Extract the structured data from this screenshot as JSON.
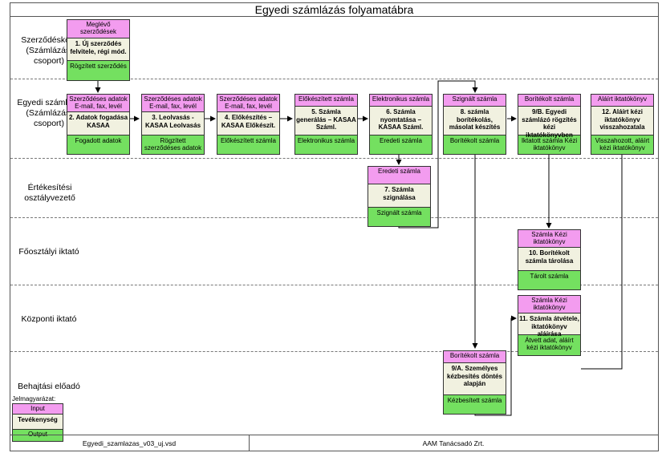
{
  "title": "Egyedi számlázás folyamatábra",
  "lanes": [
    "Szerződéskötő (Számlázási csoport)",
    "Egyedi számlázó (Számlázási csoport)",
    "Értékesítési osztályvezető",
    "Főosztályi iktató",
    "Központi iktató",
    "Behajtási előadó"
  ],
  "boxes": {
    "b1": {
      "input": "Meglévő szerződések",
      "activity": "1. Új szerződés felvitele, régi mód.",
      "output": "Rögzített szerződés"
    },
    "b2": {
      "input": "Szerződéses adatok E-mail, fax, levél",
      "activity": "2. Adatok fogadása KASAA",
      "output": "Fogadott adatok"
    },
    "b3": {
      "input": "Szerződéses adatok E-mail, fax, levél",
      "activity": "3. Leolvasás - KASAA Leolvasás",
      "output": "Rögzített szerződéses adatok"
    },
    "b4": {
      "input": "Szerződéses adatok E-mail, fax, levél",
      "activity": "4. Előkészítés – KASAA Előkészít.",
      "output": "Előkészített számla"
    },
    "b5": {
      "input": "Előkészített számla",
      "activity": "5. Számla generálás – KASAA Száml.",
      "output": "Elektronikus számla"
    },
    "b6": {
      "input": "Elektronikus számla",
      "activity": "6. Számla nyomtatása – KASAA Száml.",
      "output": "Eredeti számla"
    },
    "b7": {
      "input": "Eredeti számla",
      "activity": "7. Számla szignálása",
      "output": "Szignált számla"
    },
    "b8": {
      "input": "Szignált számla",
      "activity": "8. számla borítékolás, másolat készítés",
      "output": "Borítékolt számla"
    },
    "b9b": {
      "input": "Borítékolt számla",
      "activity": "9/B. Egyedi számlázó rögzítés kézi iktatókönyvben",
      "output": "Iktatott számla Kézi iktatókönyv"
    },
    "b12": {
      "input": "Aláírt iktatókönyv",
      "activity": "12. Aláírt kézi iktatókönyv visszahozatala",
      "output": "Visszahozott, aláírt kézi iktatókönyv"
    },
    "b10": {
      "input": "Számla Kézi iktatókönyv",
      "activity": "10. Borítékolt számla tárolása",
      "output": "Tárolt számla"
    },
    "b11": {
      "input": "Számla Kézi iktatókönyv",
      "activity": "11. Számla átvétele, iktatókönyv aláírása",
      "output": "Átvett adat, aláírt kézi iktatókönyv"
    },
    "b9a": {
      "input": "Borítékolt számla",
      "activity": "9/A. Személyes kézbesítés döntés alapján",
      "output": "Kézbesített számla"
    }
  },
  "legend": {
    "title": "Jelmagyarázat:",
    "input": "Input",
    "activity": "Tevékenység",
    "output": "Output"
  },
  "footer": {
    "file": "Egyedi_szamlazas_v03_uj.vsd",
    "company": "AAM Tanácsadó Zrt."
  },
  "colors": {
    "input": "#f39cef",
    "activity": "#f1f1e0",
    "output": "#74e060"
  }
}
